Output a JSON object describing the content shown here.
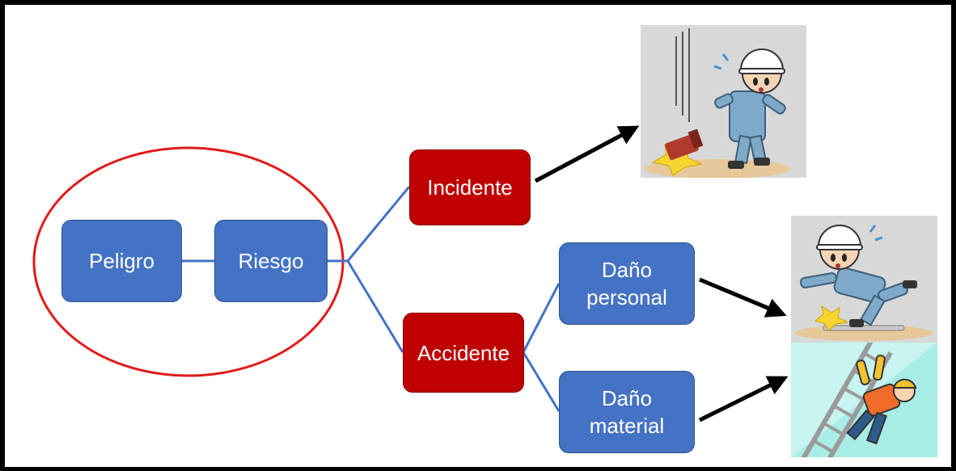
{
  "diagram": {
    "nodes": {
      "peligro": "Peligro",
      "riesgo": "Riesgo",
      "incidente": "Incidente",
      "accidente": "Accidente",
      "dano_personal": "Daño\npersonal",
      "dano_material": "Daño\nmaterial"
    },
    "colors": {
      "node_blue": "#4472c4",
      "node_red": "#c00000",
      "connector": "#4472c4",
      "ellipse": "#e01a1a",
      "arrow": "#000000"
    },
    "illustrations": [
      "falling-tool-worker-illustration",
      "tripping-worker-illustration",
      "ladder-fall-worker-illustration"
    ]
  }
}
